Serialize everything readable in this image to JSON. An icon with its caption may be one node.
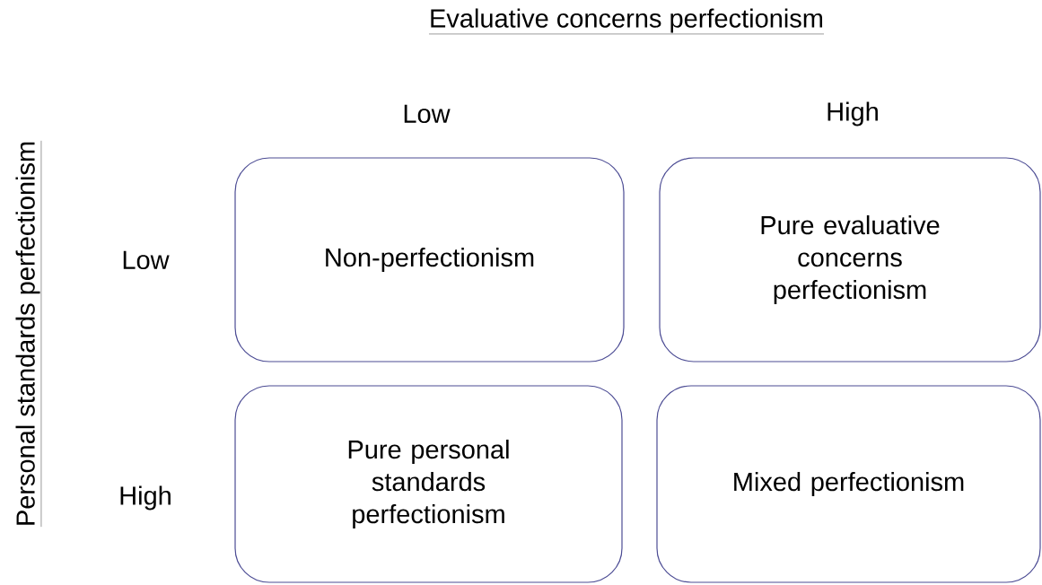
{
  "diagram": {
    "title": "Evaluative concerns perfectionism",
    "nodes": [
      {
        "text": [
          "Non-perfectionism"
        ]
      },
      {
        "text": [
          "Pure evaluative concerns perfectionism"
        ]
      },
      {
        "text": [
          "Pure personal standards perfectionism"
        ]
      },
      {
        "text": [
          "Mixed perfectionism"
        ]
      }
    ],
    "labels": [
      "Personal standards perfectionism",
      "Low",
      "High",
      "Low",
      "High"
    ]
  }
}
